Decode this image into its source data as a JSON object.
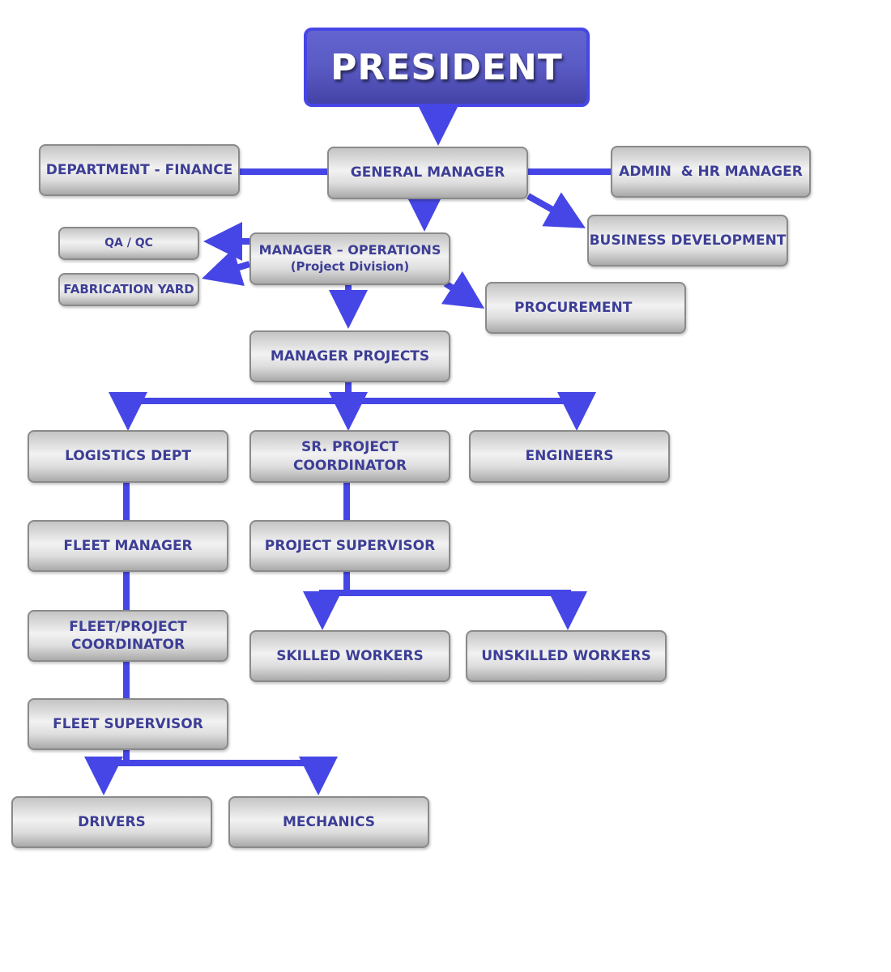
{
  "colors": {
    "connector": "#4646e6",
    "box_text": "#3d3e96",
    "president_fill": "#5a5ac4"
  },
  "president": {
    "label": "PRESIDENT"
  },
  "general_manager": {
    "label": "GENERAL MANAGER"
  },
  "department_finance": {
    "label": "DEPARTMENT - FINANCE"
  },
  "admin_hr_manager": {
    "label": "ADMIN  & HR MANAGER"
  },
  "business_development": {
    "label": "BUSINESS DEVELOPMENT"
  },
  "manager_operations": {
    "line1": "MANAGER – OPERATIONS",
    "line2": "(Project Division)"
  },
  "qa_qc": {
    "label": "QA / QC"
  },
  "fabrication_yard": {
    "label": "FABRICATION YARD"
  },
  "procurement": {
    "label": "PROCUREMENT"
  },
  "manager_projects": {
    "label": "MANAGER PROJECTS"
  },
  "logistics_dept": {
    "label": "LOGISTICS DEPT"
  },
  "sr_project_coordinator": {
    "line1": "SR. PROJECT",
    "line2": "COORDINATOR"
  },
  "engineers": {
    "label": "ENGINEERS"
  },
  "fleet_manager": {
    "label": "FLEET MANAGER"
  },
  "project_supervisor": {
    "label": "PROJECT SUPERVISOR"
  },
  "fleet_project_coordinator": {
    "line1": "FLEET/PROJECT",
    "line2": "COORDINATOR"
  },
  "skilled_workers": {
    "label": "SKILLED WORKERS"
  },
  "unskilled_workers": {
    "label": "UNSKILLED WORKERS"
  },
  "fleet_supervisor": {
    "label": "FLEET SUPERVISOR"
  },
  "drivers": {
    "label": "DRIVERS"
  },
  "mechanics": {
    "label": "MECHANICS"
  }
}
